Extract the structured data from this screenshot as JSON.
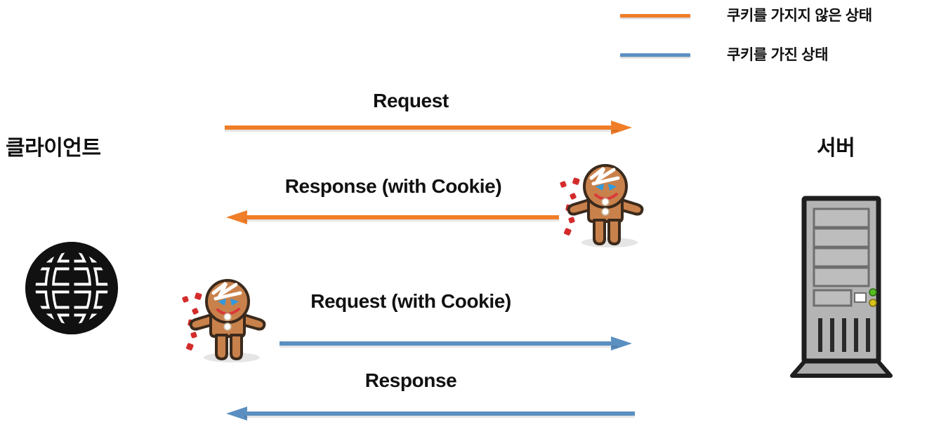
{
  "diagram": {
    "title": "HTTP Cookie Request/Response Flow",
    "background": "#ffffff",
    "colors": {
      "orange": "#F07D28",
      "blue": "#5B8FC1",
      "text": "#111111",
      "cookie_body": "#C9814B",
      "cookie_outline": "#3B2A1C",
      "cookie_icing": "#FFFFFF",
      "cookie_eye": "#2E9BE0",
      "cookie_mouth": "#D93A3A",
      "crumb_red": "#D42B2B",
      "server_body": "#AFAFAF",
      "server_outline": "#1E1E1E",
      "led_green": "#55BB22",
      "led_yellow": "#D8C21E",
      "globe": "#111111"
    }
  },
  "legend": {
    "items": [
      {
        "label": "쿠키를 가지지 않은 상태",
        "color": "#F07D28",
        "swatch_name": "legend-swatch-no-cookie"
      },
      {
        "label": "쿠키를 가진 상태",
        "color": "#5B8FC1",
        "swatch_name": "legend-swatch-with-cookie"
      }
    ]
  },
  "nodes": {
    "client_label": "클라이언트",
    "server_label": "서버",
    "client_icon": "globe-icon",
    "server_icon": "server-tower-icon"
  },
  "messages": [
    {
      "label": "Request",
      "direction": "right",
      "color": "#F07D28",
      "sequence": 1
    },
    {
      "label": "Response (with Cookie)",
      "direction": "left",
      "color": "#F07D28",
      "sequence": 2
    },
    {
      "label": "Request (with Cookie)",
      "direction": "right",
      "color": "#5B8FC1",
      "sequence": 3
    },
    {
      "label": "Response",
      "direction": "left",
      "color": "#5B8FC1",
      "sequence": 4
    }
  ],
  "cookies": [
    {
      "name": "cookie-character-server-side",
      "attached_to": "Response (with Cookie)"
    },
    {
      "name": "cookie-character-client-side",
      "attached_to": "Request (with Cookie)"
    }
  ]
}
